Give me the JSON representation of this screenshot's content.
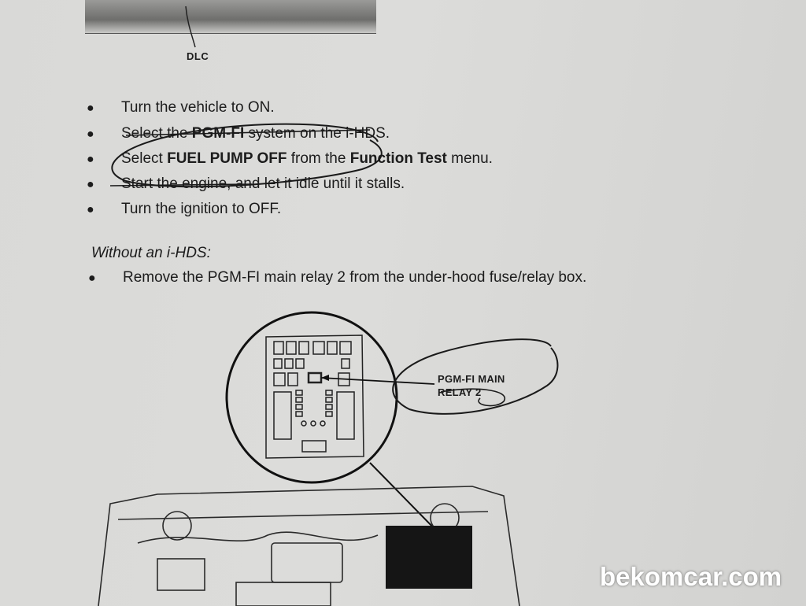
{
  "dlc_label": "DLC",
  "steps": [
    {
      "pre": "Turn the vehicle to ON.",
      "bold": "",
      "mid": "",
      "bold2": "",
      "post": ""
    },
    {
      "pre": "Select the ",
      "bold": "PGM-FI",
      "mid": " system on the i-HDS.",
      "bold2": "",
      "post": ""
    },
    {
      "pre": "Select ",
      "bold": "FUEL PUMP OFF",
      "mid": " from the ",
      "bold2": "Function Test",
      "post": " menu."
    },
    {
      "pre": "Start the engine, and let it idle until it stalls.",
      "bold": "",
      "mid": "",
      "bold2": "",
      "post": ""
    },
    {
      "pre": "Turn the ignition to OFF.",
      "bold": "",
      "mid": "",
      "bold2": "",
      "post": ""
    }
  ],
  "without_heading": "Without an i-HDS:",
  "without_step": "Remove the PGM-FI main relay 2 from the under-hood fuse/relay box.",
  "relay_label_line1": "PGM-FI MAIN",
  "relay_label_line2": "RELAY 2",
  "watermark": "bekomcar.com"
}
